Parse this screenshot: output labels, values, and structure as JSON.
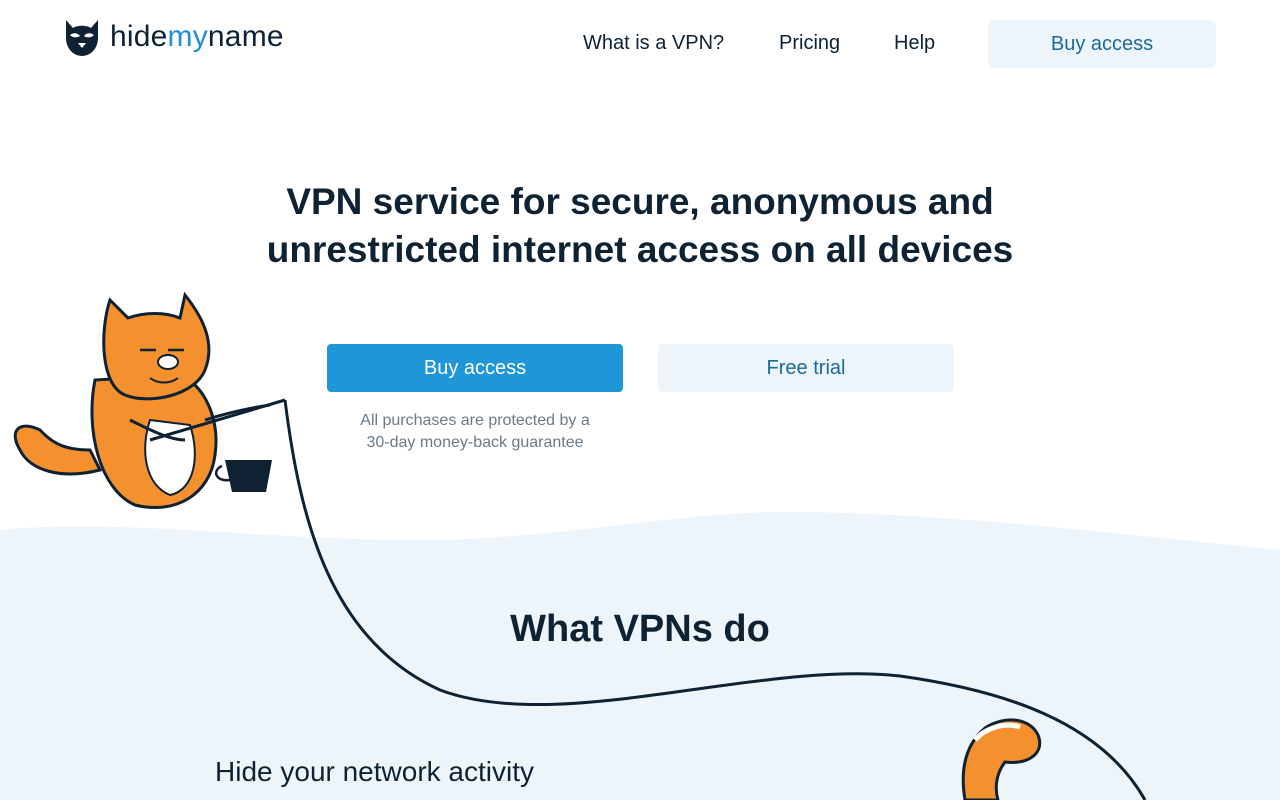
{
  "brand": {
    "name_part1": "hide",
    "name_part2": "my",
    "name_part3": "name",
    "accent_color": "#1c8fd6",
    "dark_color": "#0e2233",
    "logo_icon": "masked-cat-logo-icon"
  },
  "nav": {
    "items": [
      {
        "label": "What is a VPN?"
      },
      {
        "label": "Pricing"
      },
      {
        "label": "Help"
      }
    ],
    "cta_label": "Buy access"
  },
  "hero": {
    "title": "VPN service for secure, anonymous and unrestricted internet access on all devices",
    "primary_label": "Buy access",
    "secondary_label": "Free trial",
    "guarantee_line1": "All purchases are protected by a",
    "guarantee_line2": "30-day money-back guarantee"
  },
  "section": {
    "title": "What VPNs do",
    "subtitle": "Hide your network activity"
  },
  "illustration": {
    "icons": [
      "fishing-cat-illustration",
      "bucket-icon",
      "fishing-line",
      "cat-tail-illustration"
    ],
    "cat_color": "#f5902f",
    "wave_color": "#eef5fa"
  }
}
